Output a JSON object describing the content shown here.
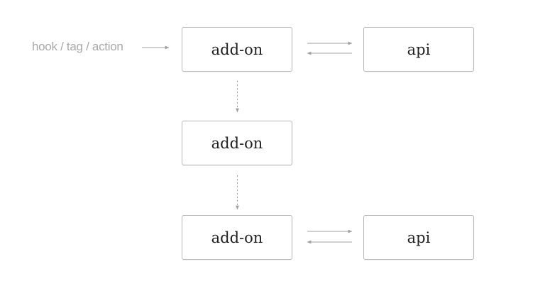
{
  "trigger": {
    "label": "hook / tag / action"
  },
  "nodes": {
    "addon_1": "add-on",
    "api_1": "api",
    "addon_2": "add-on",
    "addon_3": "add-on",
    "api_2": "api"
  },
  "colors": {
    "box_border": "#b8b8b8",
    "text": "#1f1f1f",
    "muted_text": "#a9a9a9",
    "arrow": "#a0a0a0"
  }
}
